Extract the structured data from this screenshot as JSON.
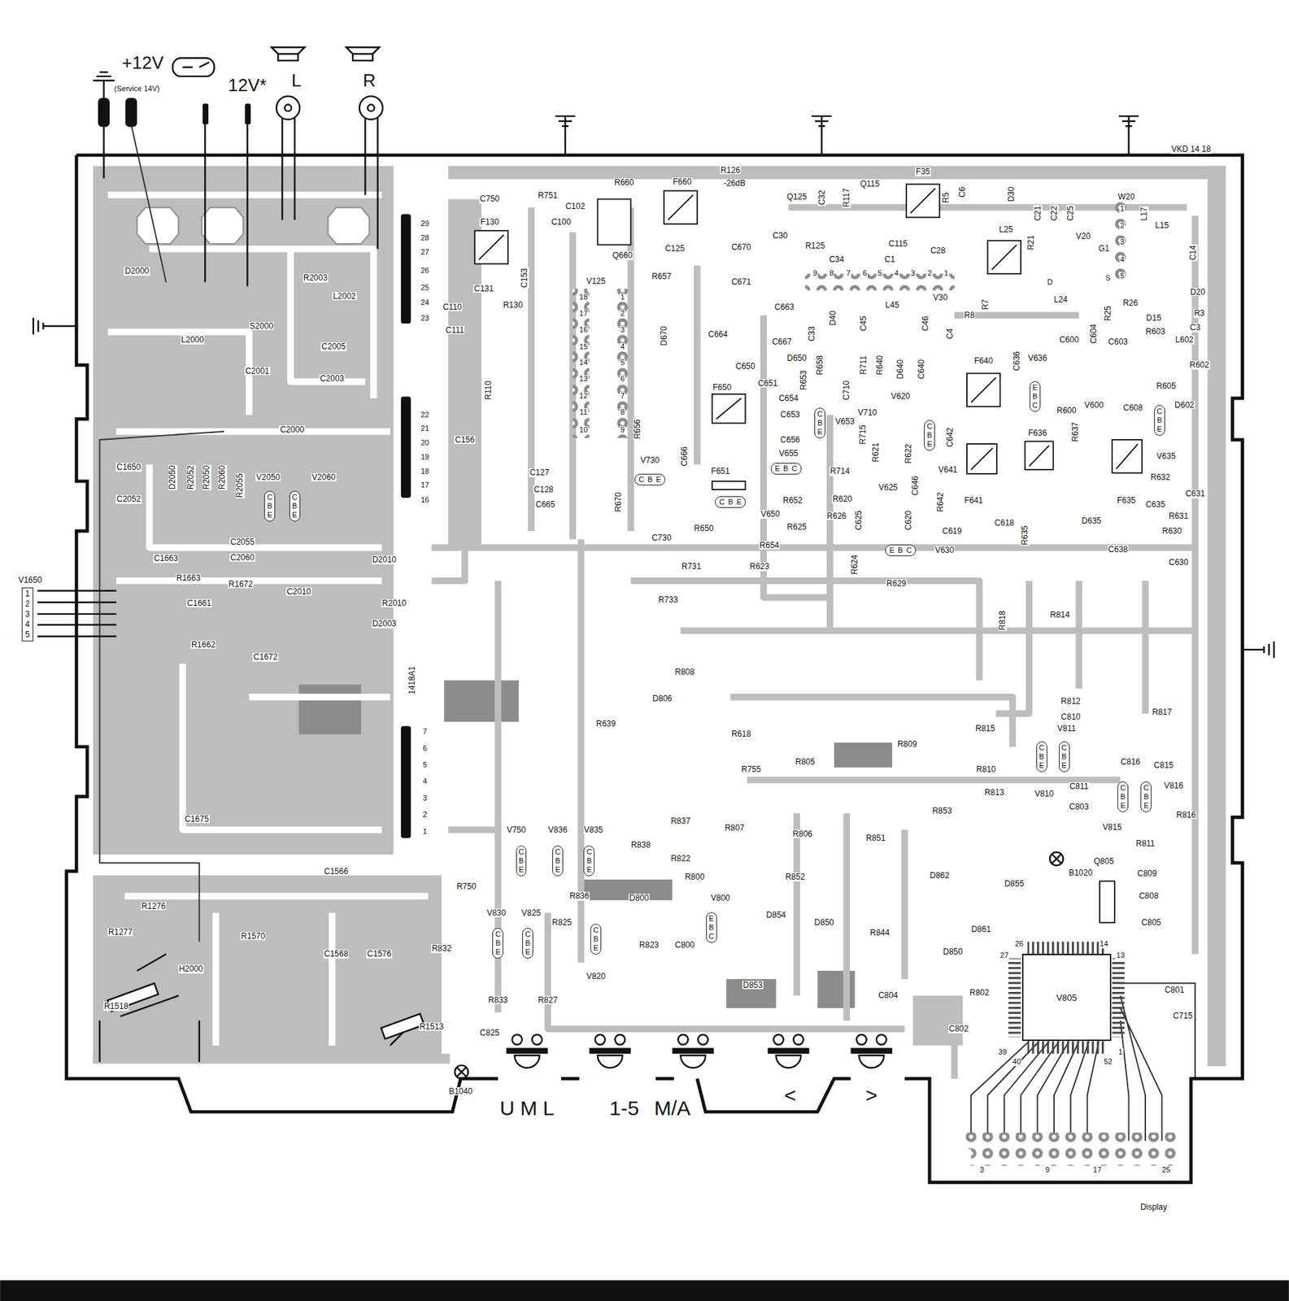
{
  "diagram": {
    "nodes": [
      {
        "text": [
          "E",
          "B",
          "C"
        ]
      },
      {
        "text": [
          "C",
          "B",
          "E"
        ]
      },
      {
        "text": [
          "C",
          "B",
          "E"
        ]
      },
      {
        "text": [
          "C",
          "B",
          "E"
        ]
      },
      {
        "text": [
          "E",
          "B",
          "C"
        ]
      },
      {
        "text": [
          "C",
          "B",
          "E"
        ]
      },
      {
        "text": [
          "C",
          "B",
          "E"
        ]
      },
      {
        "text": [
          "C",
          "B",
          "E"
        ]
      },
      {
        "text": [
          "C",
          "B",
          "E"
        ]
      },
      {
        "text": [
          "E",
          "B",
          "C"
        ]
      },
      {
        "text": [
          "V1650",
          "1",
          "2",
          "3",
          "4",
          "5"
        ]
      },
      {
        "text": [
          "C",
          "B",
          "E"
        ]
      },
      {
        "text": [
          "C",
          "B",
          "E"
        ]
      },
      {
        "text": [
          "C",
          "B",
          "E"
        ]
      },
      {
        "text": [
          "C",
          "B",
          "E"
        ]
      },
      {
        "text": [
          "C",
          "B",
          "E"
        ]
      },
      {
        "text": [
          "C",
          "B",
          "E"
        ]
      },
      {
        "text": [
          "C",
          "B",
          "E"
        ]
      },
      {
        "text": [
          "E",
          "B",
          "C"
        ]
      },
      {
        "text": [
          "C",
          "B",
          "E"
        ]
      },
      {
        "text": [
          "C",
          "B",
          "E"
        ]
      },
      {
        "text": [
          "C",
          "B",
          "E"
        ]
      },
      {
        "text": [
          "V805"
        ]
      }
    ],
    "labels": [
      "+12V",
      "(Service 14V)",
      "12V*",
      "L",
      "R",
      "VKD 14 18",
      "R126",
      "-26dB",
      "R660",
      "F660",
      "C750",
      "R751",
      "C102",
      "C100",
      "F130",
      "Q125",
      "C32",
      "R117",
      "Q115",
      "F35",
      "R5",
      "C6",
      "D30",
      "W20",
      "C21",
      "C22",
      "C25",
      "L17",
      "L15",
      "C14",
      "C30",
      "R125",
      "C115",
      "C28",
      "L25",
      "R21",
      "V20",
      "G1",
      "Q660",
      "C125",
      "C670",
      "C153",
      "C34",
      "C1",
      "9",
      "8",
      "7",
      "6",
      "5",
      "4",
      "3",
      "2",
      "1",
      "V30",
      "C131",
      "V125",
      "R657",
      "C671",
      "D",
      "S",
      "L24",
      "D20",
      "R26",
      "R25",
      "D15",
      "R3",
      "C3",
      "L602",
      "R602",
      "C110",
      "R130",
      "C111",
      "C663",
      "D40",
      "C45",
      "L45",
      "C46",
      "R8",
      "R7",
      "C33",
      "C664",
      "C667",
      "C4",
      "C600",
      "C603",
      "R603",
      "C604",
      "D670",
      "R110",
      "D650",
      "R658",
      "R711",
      "R640",
      "D640",
      "C640",
      "C636",
      "V636",
      "R605",
      "C650",
      "C651",
      "R653",
      "C710",
      "F640",
      "F650",
      "C654",
      "C653",
      "V710",
      "V620",
      "R600",
      "C608",
      "D602",
      "V600",
      "V653",
      "R715",
      "C656",
      "V655",
      "R714",
      "R621",
      "R622",
      "F636",
      "R637",
      "V635",
      "C646",
      "C642",
      "V641",
      "F651",
      "R620",
      "V625",
      "R632",
      "C635",
      "C631",
      "F641",
      "R642",
      "F635",
      "V650",
      "R652",
      "R626",
      "C625",
      "C620",
      "C619",
      "C618",
      "R635",
      "D635",
      "R631",
      "R630",
      "C638",
      "C630",
      "R650",
      "R625",
      "R654",
      "R624",
      "V630",
      "R629",
      "R623",
      "R731",
      "V730",
      "R670",
      "R656",
      "C666",
      "C730",
      "R733",
      "C156",
      "C127",
      "C128",
      "C665",
      "D2000",
      "R2003",
      "L2002",
      "S2000",
      "L2000",
      "C2005",
      "C2001",
      "C2003",
      "C2000",
      "C1650",
      "D2050",
      "R2052",
      "R2050",
      "R2060",
      "R2055",
      "V2050",
      "V2060",
      "C2052",
      "C2055",
      "C2060",
      "C1663",
      "D2010",
      "R1663",
      "R1672",
      "C2010",
      "R2010",
      "C1661",
      "D2003",
      "R1662",
      "C1672",
      "1418A1",
      "C1675",
      "C1566",
      "R1276",
      "R1277",
      "R1570",
      "C1568",
      "C1576",
      "H2000",
      "R1518",
      "R1513",
      "C825",
      "B1040",
      "29",
      "28",
      "27",
      "26",
      "25",
      "24",
      "23",
      "22",
      "21",
      "20",
      "19",
      "18",
      "17",
      "16",
      "7",
      "6",
      "5",
      "4",
      "3",
      "2",
      "1",
      "R818",
      "R814",
      "R808",
      "D806",
      "R812",
      "C810",
      "R817",
      "R639",
      "R618",
      "R815",
      "V811",
      "R809",
      "R805",
      "R755",
      "R810",
      "C811",
      "C816",
      "C815",
      "V816",
      "R813",
      "V810",
      "R816",
      "C803",
      "R853",
      "V815",
      "R837",
      "R807",
      "R806",
      "R811",
      "V750",
      "V836",
      "V835",
      "R838",
      "R851",
      "R822",
      "D862",
      "D855",
      "R852",
      "B1020",
      "Q805",
      "C809",
      "R800",
      "V800",
      "R750",
      "R836",
      "D800",
      "C808",
      "D861",
      "D854",
      "D850",
      "C805",
      "V830",
      "V825",
      "R825",
      "R844",
      "R832",
      "R823",
      "C800",
      "D850",
      "26",
      "14",
      "27",
      "13",
      "V820",
      "D853",
      "C804",
      "R802",
      "C801",
      "R833",
      "R827",
      "C802",
      "C715",
      "39",
      "40",
      "52",
      "1",
      "3",
      "9",
      "17",
      "25",
      "Display",
      "U M L",
      "1-5",
      "M/A",
      "<",
      ">",
      "1",
      "2",
      "3",
      "4",
      "5",
      "18",
      "17",
      "16",
      "15",
      "14",
      "13",
      "12",
      "11",
      "10",
      "1",
      "2",
      "3",
      "4",
      "5",
      "6",
      "7",
      "8",
      "9"
    ]
  }
}
